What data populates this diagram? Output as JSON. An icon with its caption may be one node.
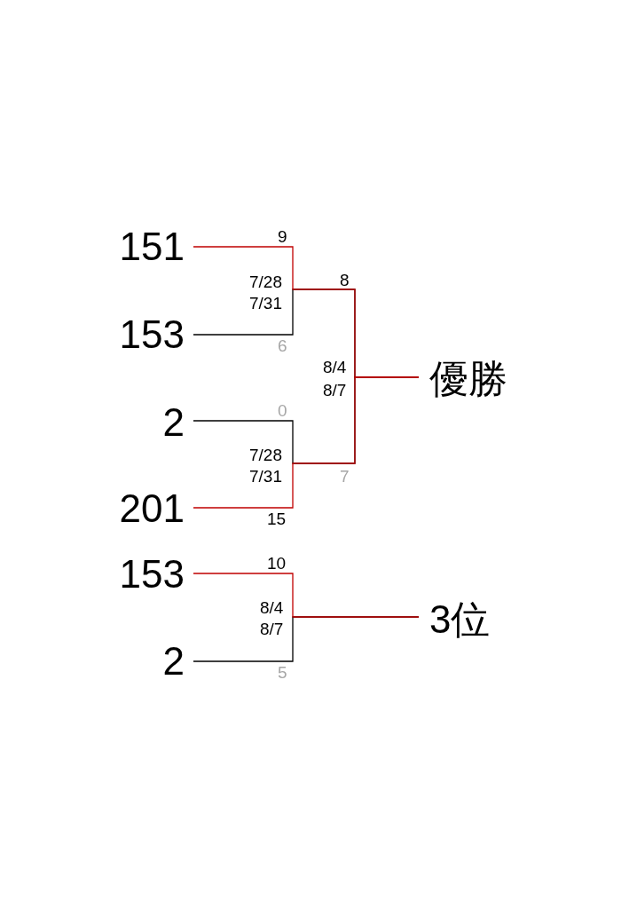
{
  "diagram": {
    "nodes": [
      {
        "text": [
          "151"
        ]
      },
      {
        "text": [
          "153"
        ]
      },
      {
        "text": [
          "2"
        ]
      },
      {
        "text": [
          "201"
        ]
      },
      {
        "text": [
          "153"
        ]
      },
      {
        "text": [
          "2"
        ]
      },
      {
        "text": [
          "優勝"
        ]
      },
      {
        "text": [
          "3位"
        ]
      }
    ],
    "edges": [
      {
        "from": 0,
        "to": 6,
        "arrow": "none",
        "color": "#c00000"
      },
      {
        "from": 1,
        "to": 6,
        "arrow": "none",
        "color": "#000000"
      },
      {
        "from": 2,
        "to": 6,
        "arrow": "none",
        "color": "#000000"
      },
      {
        "from": 3,
        "to": 6,
        "arrow": "none",
        "color": "#c00000"
      },
      {
        "from": 4,
        "to": 7,
        "arrow": "none",
        "color": "#c00000"
      },
      {
        "from": 5,
        "to": 7,
        "arrow": "none",
        "color": "#000000"
      }
    ],
    "labels": [
      "9",
      "7/28",
      "7/31",
      "8",
      "6",
      "8/4",
      "8/7",
      "0",
      "7/28",
      "7/31",
      "7",
      "15",
      "10",
      "8/4",
      "8/7",
      "5"
    ]
  }
}
